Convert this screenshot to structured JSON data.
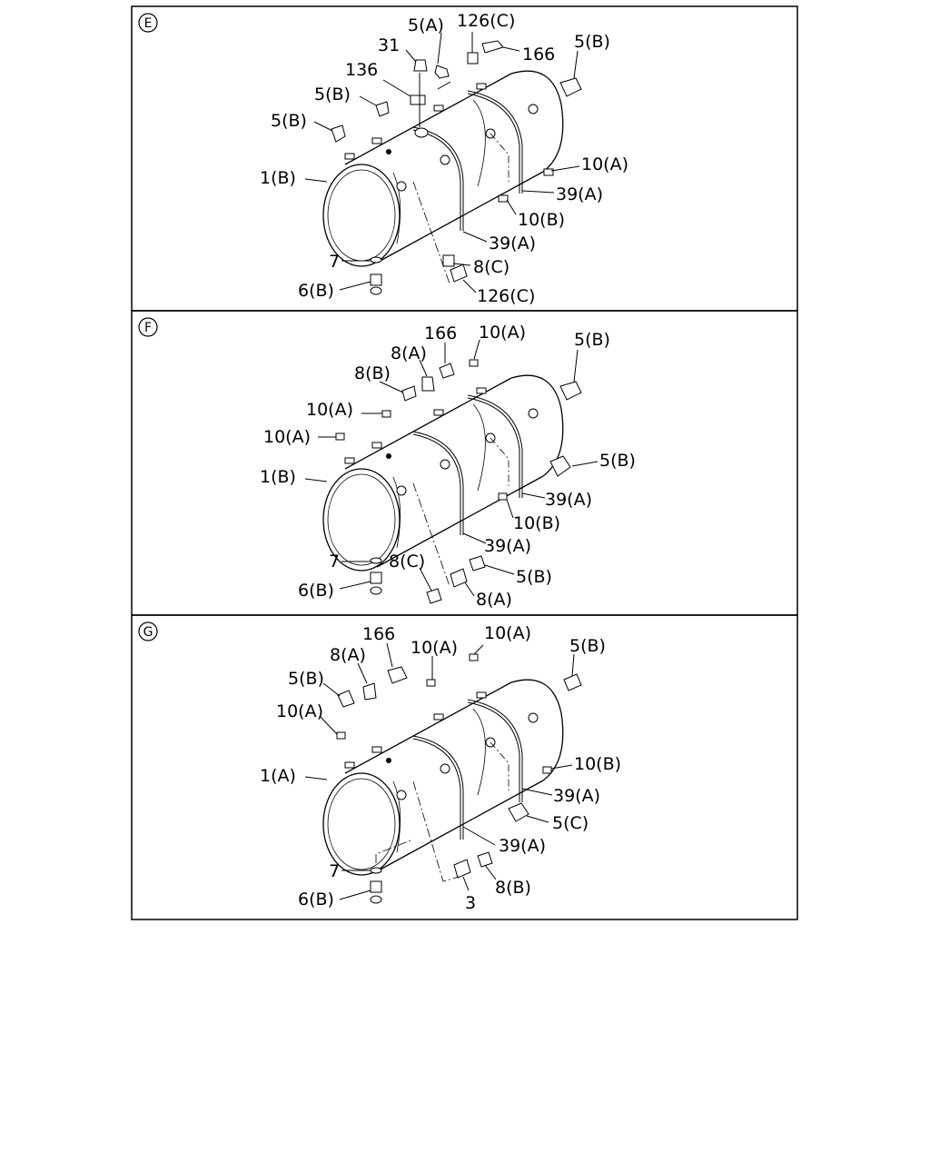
{
  "panels": [
    {
      "id": "E",
      "labels": {
        "a": "5(A)",
        "b": "126(C)",
        "c": "166",
        "d": "5(B)",
        "e": "31",
        "f": "136",
        "g": "5(B)",
        "h": "5(B)",
        "i": "1(B)",
        "j": "10(A)",
        "k": "39(A)",
        "l": "10(B)",
        "m": "39(A)",
        "n": "7",
        "o": "8(C)",
        "p": "6(B)",
        "q": "126(C)"
      }
    },
    {
      "id": "F",
      "labels": {
        "a": "166",
        "b": "10(A)",
        "c": "8(A)",
        "d": "5(B)",
        "e": "8(B)",
        "f": "10(A)",
        "g": "10(A)",
        "h": "1(B)",
        "i": "5(B)",
        "j": "39(A)",
        "k": "10(B)",
        "l": "39(A)",
        "m": "7",
        "n": "8(C)",
        "o": "5(B)",
        "p": "6(B)",
        "q": "8(A)"
      }
    },
    {
      "id": "G",
      "labels": {
        "a": "166",
        "b": "10(A)",
        "c": "10(A)",
        "d": "5(B)",
        "e": "8(A)",
        "f": "5(B)",
        "g": "10(A)",
        "h": "1(A)",
        "i": "10(B)",
        "j": "39(A)",
        "k": "5(C)",
        "l": "39(A)",
        "m": "7",
        "n": "8(B)",
        "o": "6(B)",
        "p": "3"
      }
    }
  ]
}
